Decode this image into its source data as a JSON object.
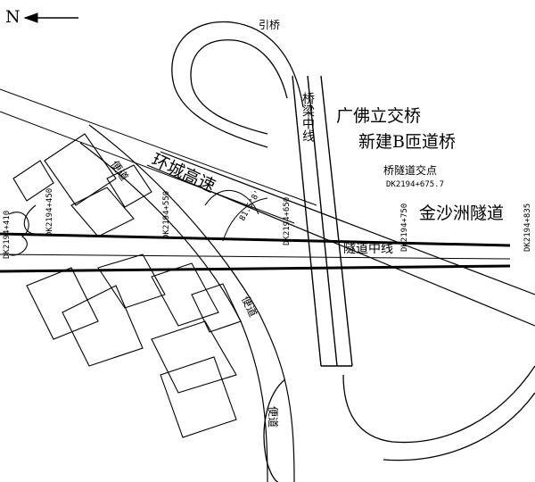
{
  "north": {
    "label": "N"
  },
  "labels": {
    "approach_bridge": "引桥",
    "bridge_centerline": "桥梁中线",
    "guangfo_interchange": "广佛立交桥",
    "new_b_ramp_bridge": "新建B匝道桥",
    "intersection_point": "桥隧道交点",
    "intersection_chainage": "DK2194+675.7",
    "ring_expressway": "环城高速",
    "service_road_1": "便道",
    "service_road_2": "便道",
    "service_road_3": "便道",
    "jinshazhou_tunnel": "金沙洲隧道",
    "tunnel_centerline": "隧道中线",
    "angle": "81.5°8'"
  },
  "chainages": [
    "DK2194+410",
    "DK2194+450",
    "DK2194+550",
    "DK2194+650",
    "DK2194+750",
    "DK2194+835"
  ]
}
